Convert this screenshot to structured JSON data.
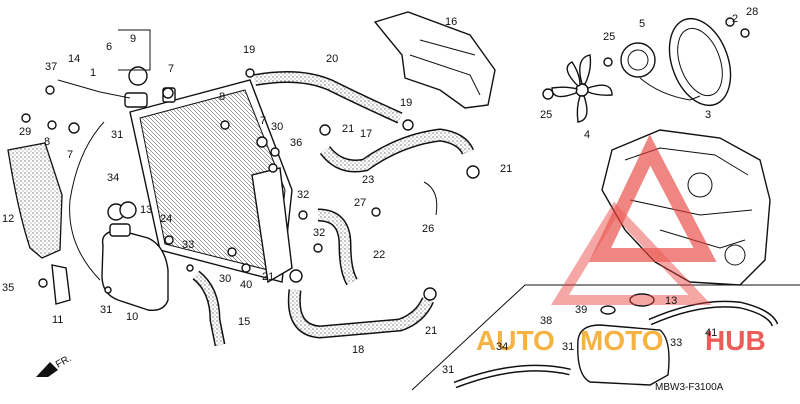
{
  "diagram": {
    "figure_code": "MBW3-F3100A",
    "direction_label": "FR.",
    "watermark": {
      "word1": "AUTO",
      "word2": "MOTO",
      "word3": "HUB",
      "colors": {
        "orange": "#f5a623",
        "red": "#e8413c"
      }
    },
    "callouts": {
      "c1": "1",
      "c2": "2",
      "c3": "3",
      "c4": "4",
      "c5": "5",
      "c6": "6",
      "c7": "7",
      "c7b": "7",
      "c7c": "7",
      "c8": "8",
      "c8b": "8",
      "c9": "9",
      "c10": "10",
      "c11": "11",
      "c12": "12",
      "c13": "13",
      "c13b": "13",
      "c14": "14",
      "c15": "15",
      "c16": "16",
      "c17": "17",
      "c18": "18",
      "c19": "19",
      "c19b": "19",
      "c20": "20",
      "c21a": "21",
      "c21b": "21",
      "c21c": "21",
      "c21d": "21",
      "c22": "22",
      "c23": "23",
      "c24": "24",
      "c25a": "25",
      "c25b": "25",
      "c26": "26",
      "c27": "27",
      "c28": "28",
      "c29": "29",
      "c30a": "30",
      "c30b": "30",
      "c31a": "31",
      "c31b": "31",
      "c31c": "31",
      "c31d": "31",
      "c32a": "32",
      "c32b": "32",
      "c33a": "33",
      "c33b": "33",
      "c34a": "34",
      "c34b": "34",
      "c35": "35",
      "c36": "36",
      "c37": "37",
      "c38": "38",
      "c39": "39",
      "c40": "40",
      "c41": "41"
    }
  }
}
